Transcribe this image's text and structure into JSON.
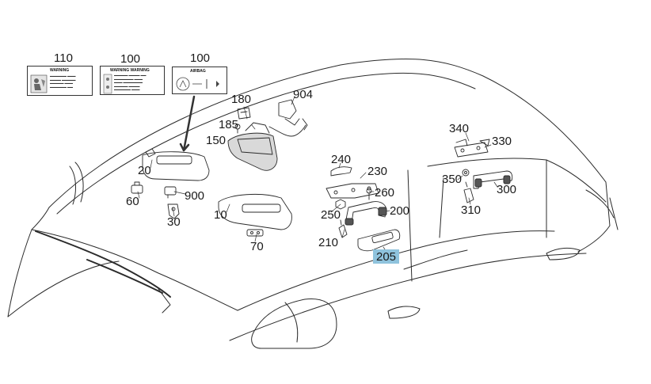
{
  "callouts": [
    {
      "id": "110",
      "text": "110"
    },
    {
      "id": "100a",
      "text": "100"
    },
    {
      "id": "100b",
      "text": "100"
    },
    {
      "id": "180",
      "text": "180"
    },
    {
      "id": "904",
      "text": "904"
    },
    {
      "id": "185",
      "text": "185"
    },
    {
      "id": "150",
      "text": "150"
    },
    {
      "id": "20",
      "text": "20"
    },
    {
      "id": "60",
      "text": "60"
    },
    {
      "id": "900",
      "text": "900"
    },
    {
      "id": "30",
      "text": "30"
    },
    {
      "id": "10",
      "text": "10"
    },
    {
      "id": "70",
      "text": "70"
    },
    {
      "id": "240",
      "text": "240"
    },
    {
      "id": "230",
      "text": "230"
    },
    {
      "id": "260",
      "text": "260"
    },
    {
      "id": "250",
      "text": "250"
    },
    {
      "id": "200",
      "text": "200"
    },
    {
      "id": "210",
      "text": "210"
    },
    {
      "id": "205",
      "text": "205",
      "highlighted": true
    },
    {
      "id": "340",
      "text": "340"
    },
    {
      "id": "330",
      "text": "330"
    },
    {
      "id": "350",
      "text": "350"
    },
    {
      "id": "300",
      "text": "300"
    },
    {
      "id": "310",
      "text": "310"
    }
  ],
  "labels": {
    "card_110_heading": "WARNING",
    "card_100a_heading": "WARNING  WARNING",
    "card_100b_heading": "AIRBAG"
  },
  "colors": {
    "line": "#2b2b2b",
    "highlight": "#8fc3dd",
    "background": "#ffffff"
  }
}
